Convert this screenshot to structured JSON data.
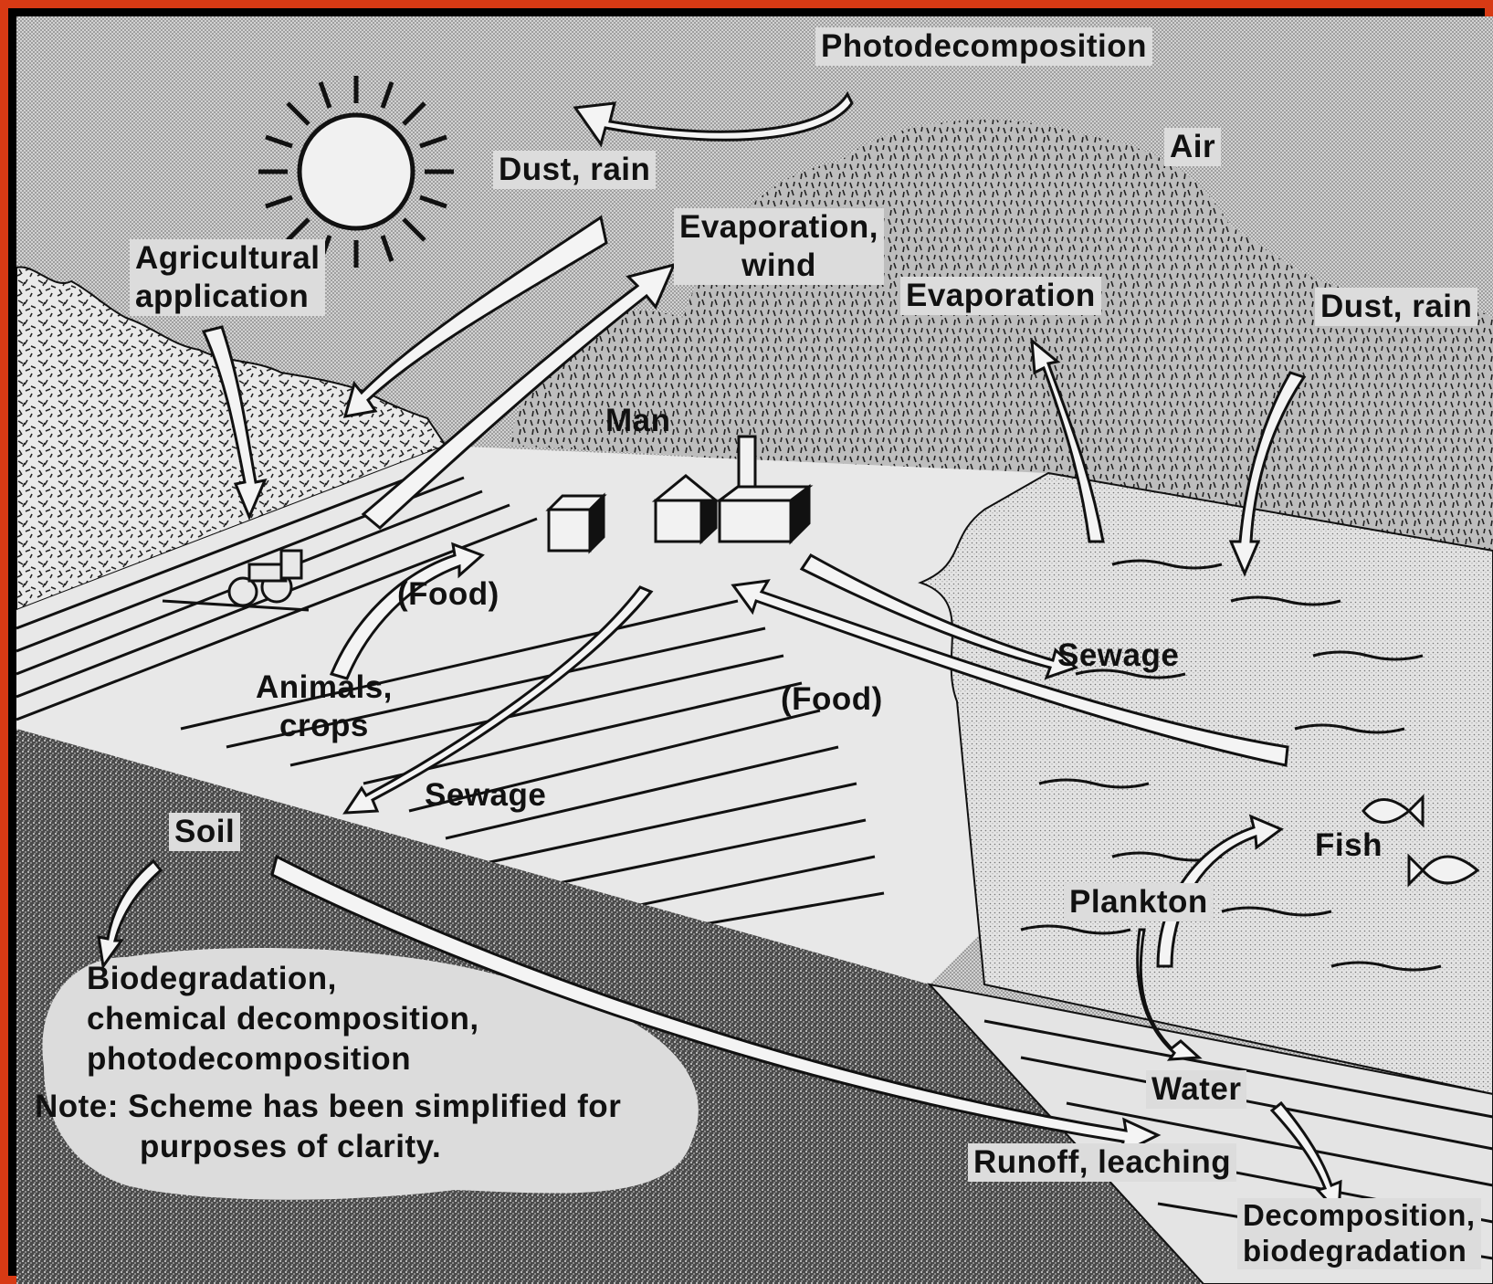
{
  "labels": {
    "photodecomposition": "Photodecomposition",
    "air": "Air",
    "dust_rain_top": "Dust, rain",
    "agricultural": [
      "Agricultural",
      "application"
    ],
    "evaporation_wind": [
      "Evaporation,",
      "wind"
    ],
    "evaporation": "Evaporation",
    "dust_rain_right": "Dust, rain",
    "man": "Man",
    "food_left": "(Food)",
    "food_right": "(Food)",
    "sewage_right": "Sewage",
    "sewage_left": "Sewage",
    "animals_crops": [
      "Animals,",
      "crops"
    ],
    "soil": "Soil",
    "fish": "Fish",
    "plankton": "Plankton",
    "water": "Water",
    "runoff": "Runoff, leaching",
    "decomposition": [
      "Decomposition,",
      "biodegradation"
    ],
    "biodegradation_box": [
      "Biodegradation,",
      "chemical decomposition,",
      "photodecomposition"
    ],
    "note": [
      "Note: Scheme has been simplified for",
      "purposes of clarity."
    ]
  },
  "colors": {
    "frame": "#d83a14",
    "sky": "#cfcfcf",
    "ink": "#111111",
    "paper": "#e6e6e6"
  }
}
